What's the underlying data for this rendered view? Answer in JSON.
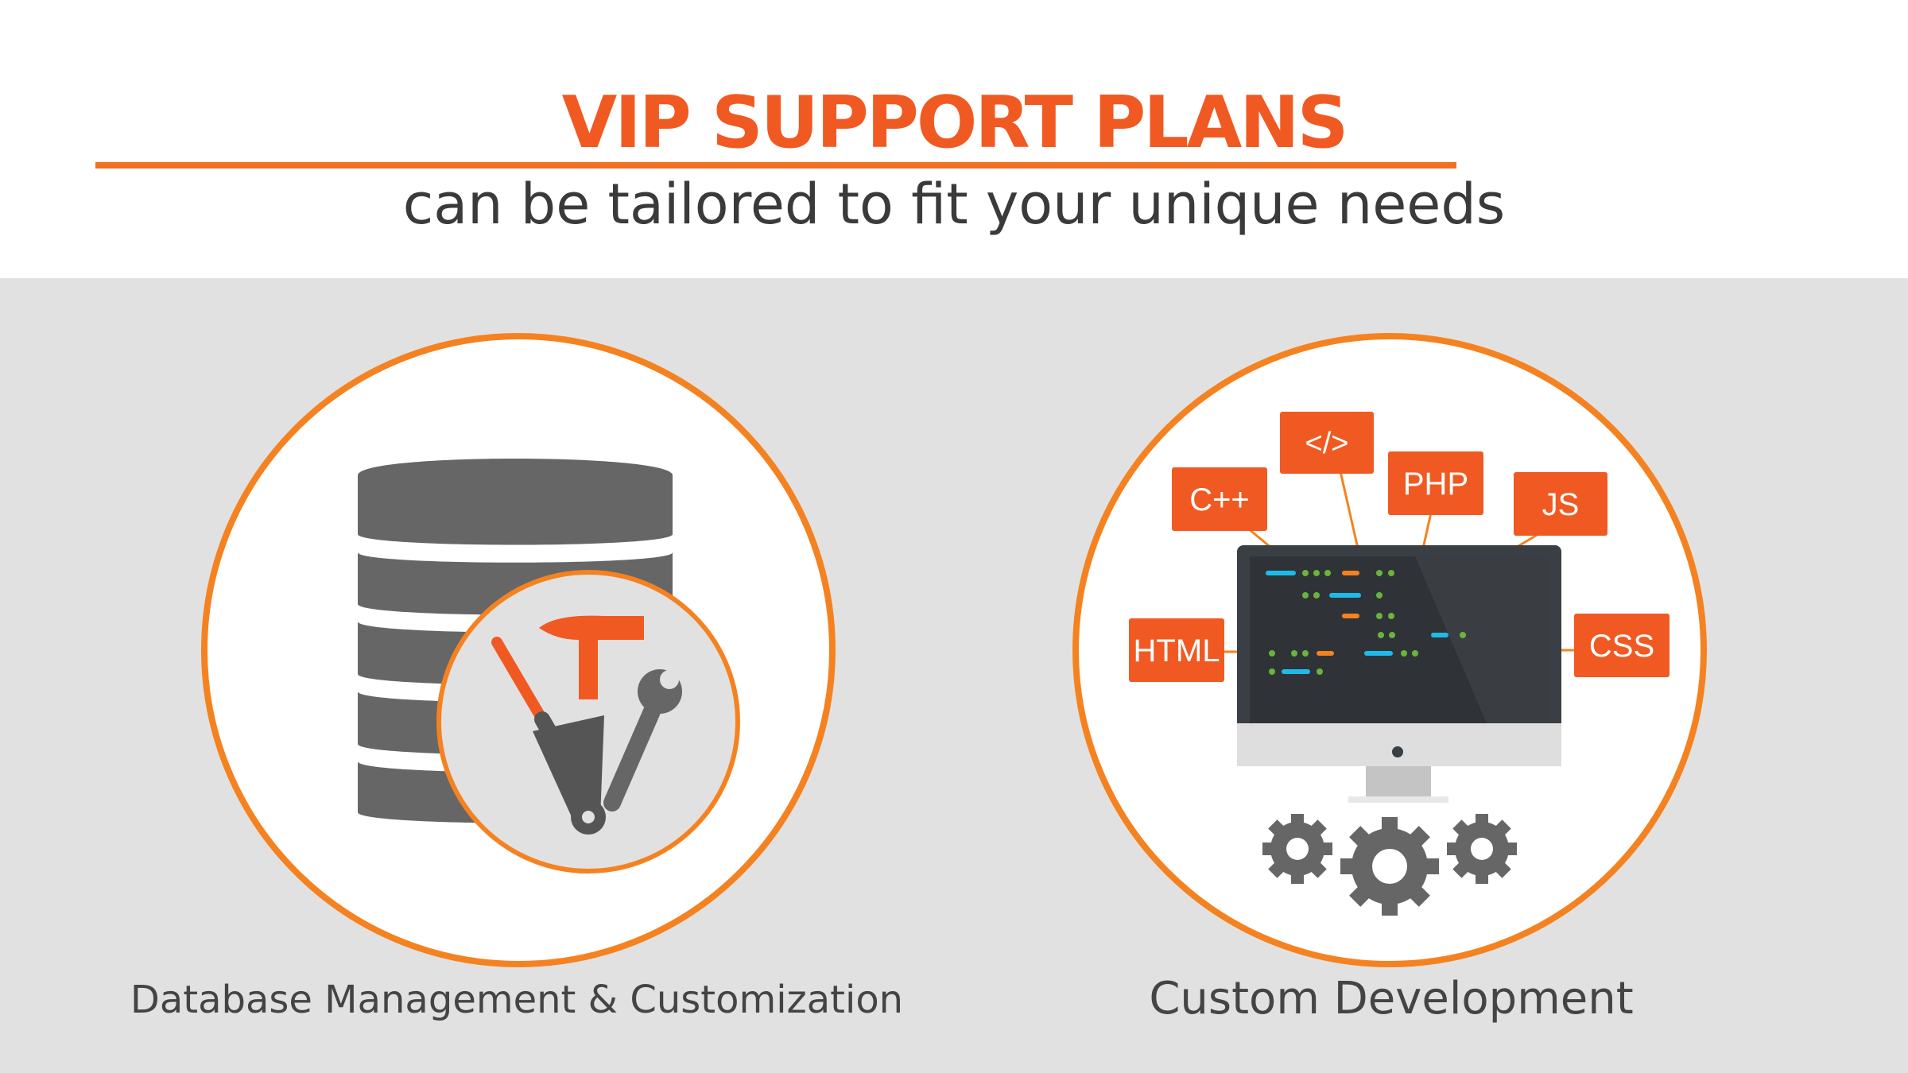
{
  "header": {
    "title": "VIP SUPPORT PLANS",
    "subtitle": "can be tailored to fit your unique needs"
  },
  "services": [
    {
      "caption": "Database Management & Customization",
      "icon": "database-tools-icon"
    },
    {
      "caption": "Custom Development",
      "icon": "computer-code-icon",
      "tags": [
        "</>",
        "C++",
        "PHP",
        "JS",
        "HTML",
        "CSS"
      ]
    }
  ],
  "colors": {
    "accent": "#f05a22",
    "ring": "#f58220",
    "icon_gray": "#666666",
    "panel_bg": "#e1e1e1",
    "text_dark": "#3a3a3a"
  }
}
